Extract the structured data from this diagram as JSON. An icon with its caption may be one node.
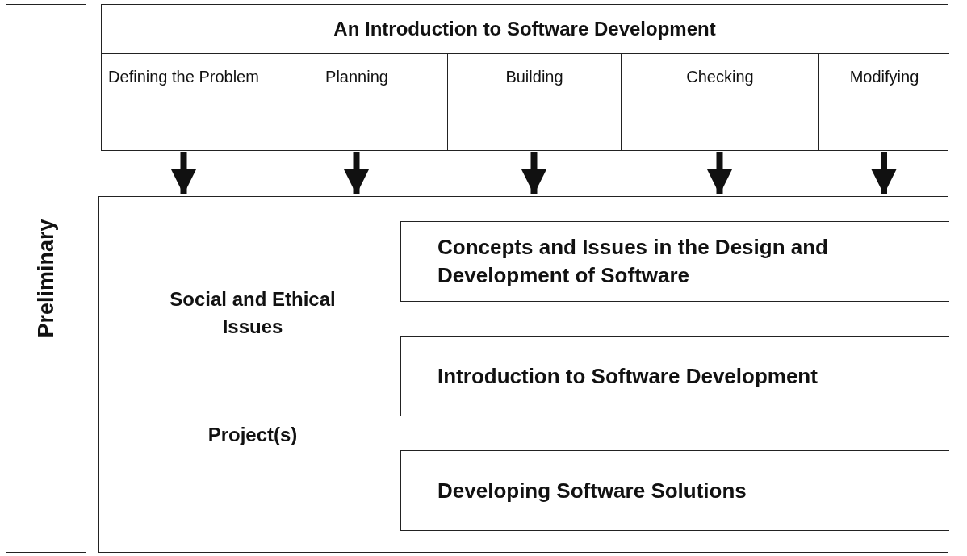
{
  "diagram": {
    "nodes": [
      {
        "text": [
          "Preliminary"
        ]
      },
      {
        "text": [
          "An Introduction to Software Development"
        ]
      },
      {
        "text": [
          "Defining the Problem"
        ],
        "in": 1
      },
      {
        "text": [
          "Planning"
        ],
        "in": 1
      },
      {
        "text": [
          "Building"
        ],
        "in": 1
      },
      {
        "text": [
          "Checking"
        ],
        "in": 1
      },
      {
        "text": [
          "Modifying"
        ],
        "in": 1
      },
      {
        "text": [
          "Social and Ethical Issues",
          "Project(s)"
        ]
      },
      {
        "text": [
          "Concepts and Issues in the Design and Development of Software"
        ],
        "in": 7
      },
      {
        "text": [
          "Introduction to Software Development"
        ],
        "in": 7
      },
      {
        "text": [
          "Developing Software Solutions"
        ],
        "in": 7
      }
    ],
    "edges": [
      {
        "from": 2,
        "to": 7,
        "arrow": "to"
      },
      {
        "from": 3,
        "to": 7,
        "arrow": "to"
      },
      {
        "from": 4,
        "to": 7,
        "arrow": "to"
      },
      {
        "from": 5,
        "to": 7,
        "arrow": "to"
      },
      {
        "from": 6,
        "to": 7,
        "arrow": "to"
      }
    ]
  }
}
